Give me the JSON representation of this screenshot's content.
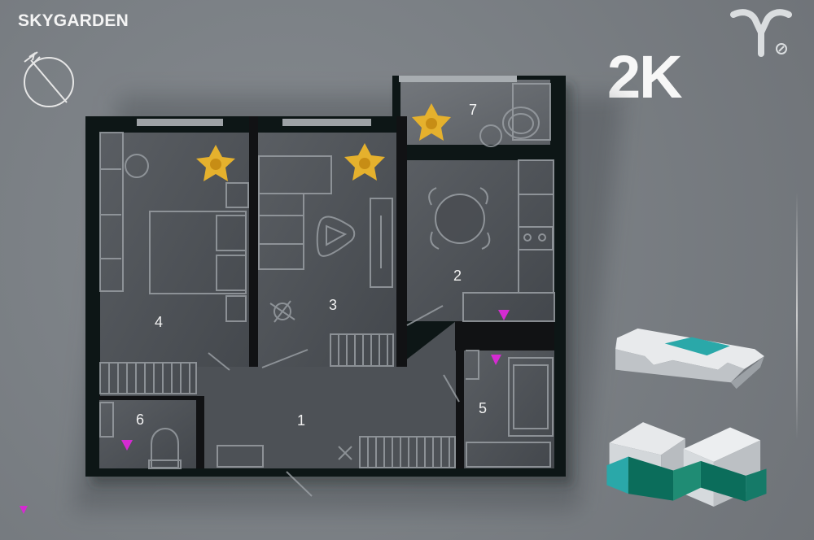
{
  "brand": {
    "name": "SKYGARDEN"
  },
  "plan": {
    "type_label": "2K",
    "room_numbers": [
      "1",
      "2",
      "3",
      "4",
      "5",
      "6",
      "7"
    ]
  },
  "legend": {
    "header_label": "",
    "header_area": "",
    "rows": [
      {
        "num": "",
        "label": "",
        "area": ""
      },
      {
        "num": "",
        "label": "",
        "area": ""
      },
      {
        "num": "",
        "label": "",
        "area": ""
      },
      {
        "num": "",
        "label": "",
        "area": ""
      },
      {
        "num": "",
        "label": "",
        "area": ""
      },
      {
        "num": "",
        "label": "",
        "area": ""
      },
      {
        "num": "",
        "label": "",
        "area": ""
      }
    ]
  },
  "captions": {
    "building_top": "",
    "building_bottom": "",
    "bottom_note": ""
  },
  "colors": {
    "background": "#7b8085",
    "wall": "#111214",
    "floor": "#4a4d52",
    "furniture": "#8f949a",
    "plant": "#e5b12d",
    "accent_pink": "#d42bd1",
    "accent_teal": "#2aa8a9",
    "accent_green": "#0b6d5b"
  },
  "icons": {
    "brand_logo": "y-logo-icon",
    "compass": "compass-icon",
    "marker": "pink-marker-icon"
  }
}
